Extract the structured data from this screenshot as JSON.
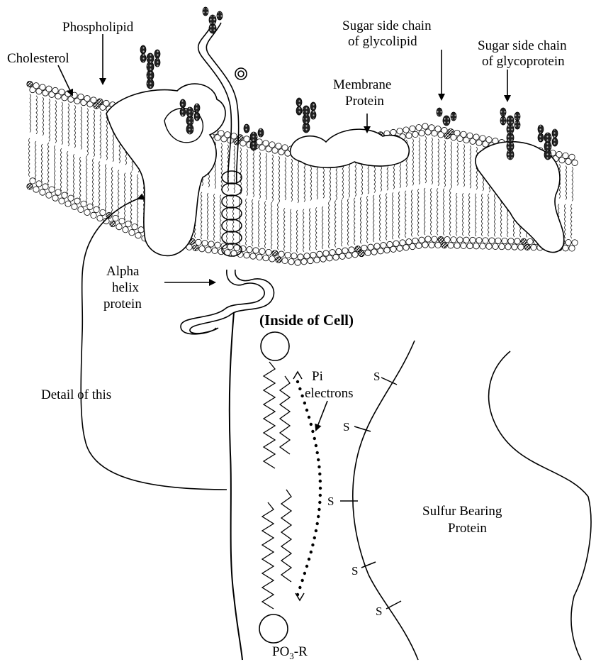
{
  "labels": {
    "phospholipid": "Phospholipid",
    "cholesterol": "Cholesterol",
    "sugar_glycolipid_1": "Sugar side chain",
    "sugar_glycolipid_2": "of glycolipid",
    "sugar_glycoprotein_1": "Sugar side chain",
    "sugar_glycoprotein_2": "of glycoprotein",
    "membrane_protein_1": "Membrane",
    "membrane_protein_2": "Protein",
    "alpha_helix_1": "Alpha",
    "alpha_helix_2": "helix",
    "alpha_helix_3": "protein",
    "inside_cell": "(Inside of Cell)",
    "detail": "Detail of this",
    "pi_1": "Pi",
    "pi_2": "electrons",
    "sulfur_1": "Sulfur Bearing",
    "sulfur_2": "Protein",
    "po3_base": "PO",
    "po3_sub": "3",
    "po3_tail": "-R",
    "sulfur_atom": "S"
  }
}
